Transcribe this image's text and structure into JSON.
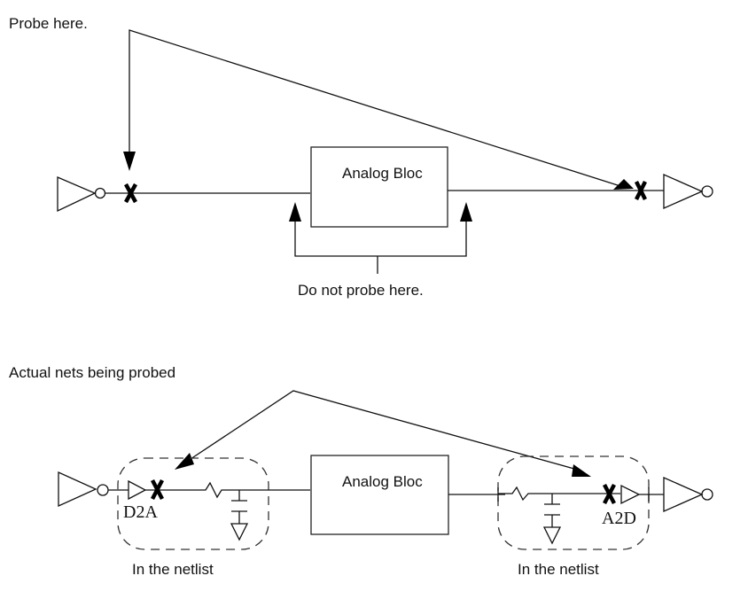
{
  "top": {
    "probe_label": "Probe here.",
    "block_label": "Analog Bloc",
    "no_probe_label": "Do not probe here."
  },
  "bottom": {
    "section_label": "Actual nets being probed",
    "block_label": "Analog Bloc",
    "d2a_label": "D2A",
    "a2d_label": "A2D",
    "netlist_left_label": "In the netlist",
    "netlist_right_label": "In the netlist"
  }
}
